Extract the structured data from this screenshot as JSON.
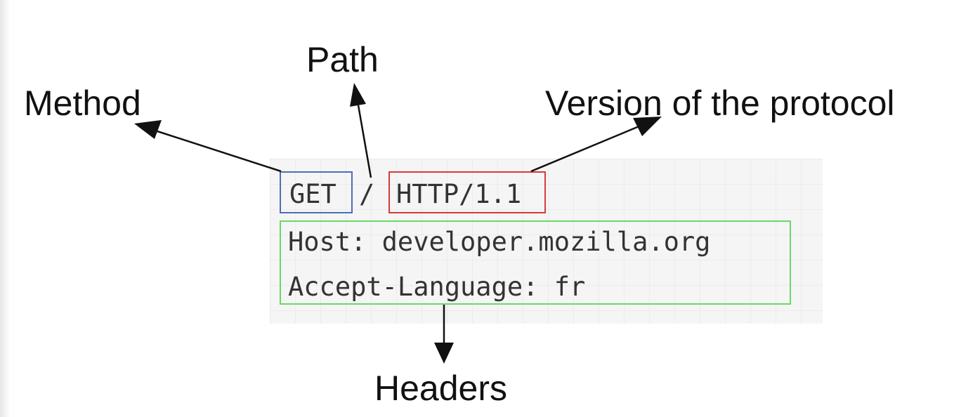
{
  "labels": {
    "method": "Method",
    "path": "Path",
    "version": "Version of the protocol",
    "headers": "Headers"
  },
  "request": {
    "method": "GET",
    "path": "/",
    "version": "HTTP/1.1",
    "header_lines": [
      "Host: developer.mozilla.org",
      "Accept-Language: fr"
    ]
  },
  "colors": {
    "method_box": "#4a6fb5",
    "version_box": "#d63a3a",
    "headers_box": "#6ad86a",
    "arrow": "#111111"
  }
}
